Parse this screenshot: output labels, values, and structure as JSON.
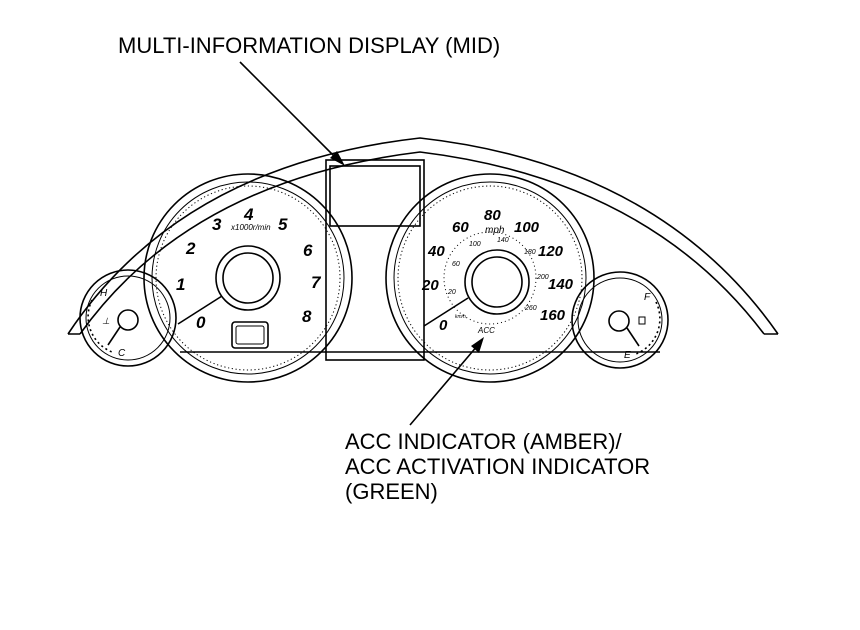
{
  "callouts": {
    "mid_label": "MULTI-INFORMATION DISPLAY (MID)",
    "acc_label_line1": "ACC INDICATOR (AMBER)/",
    "acc_label_line2": "ACC ACTIVATION INDICATOR",
    "acc_label_line3": "(GREEN)"
  },
  "tachometer": {
    "numbers": [
      "0",
      "1",
      "2",
      "3",
      "4",
      "5",
      "6",
      "7",
      "8"
    ],
    "unit": "x1000r/min"
  },
  "speedometer": {
    "mph_numbers": [
      "0",
      "20",
      "40",
      "60",
      "80",
      "100",
      "120",
      "140",
      "160"
    ],
    "unit": "mph",
    "kmh_numbers": [
      "20",
      "60",
      "100",
      "140",
      "180",
      "200",
      "260"
    ],
    "kmh_unit": "km/h",
    "acc_text": "ACC"
  },
  "temp_gauge": {
    "hot": "H",
    "cold": "C"
  },
  "fuel_gauge": {
    "full": "F",
    "empty": "E"
  }
}
